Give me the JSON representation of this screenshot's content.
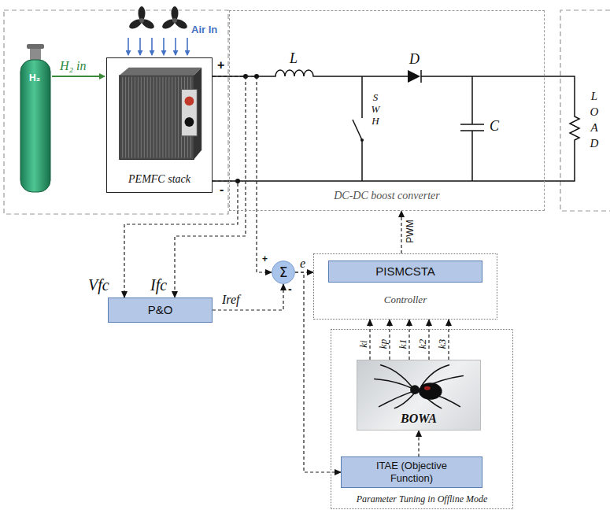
{
  "diagram": {
    "nodes": [
      {
        "text": [
          "PEMFC stack"
        ]
      },
      {
        "text": [
          "DC-DC boost converter"
        ]
      },
      {
        "text": [
          "P&O"
        ]
      },
      {
        "text": [
          "Σ"
        ]
      },
      {
        "text": [
          "Controller"
        ]
      },
      {
        "text": [
          "PISMCSTA"
        ],
        "in": 4
      },
      {
        "text": [
          "Parameter Tuning in Offline Mode"
        ]
      },
      {
        "text": [
          "BOWA"
        ],
        "in": 6
      },
      {
        "text": [
          "ITAE (Objective Function)"
        ],
        "in": 6
      }
    ],
    "edges": [
      {
        "from": 0,
        "to": 2,
        "arrow": "to",
        "label": "Vfc"
      },
      {
        "from": 0,
        "to": 2,
        "arrow": "to",
        "label": "Ifc"
      },
      {
        "from": 2,
        "to": 3,
        "arrow": "to",
        "label": "Iref"
      },
      {
        "from": 0,
        "to": 3,
        "arrow": "to"
      },
      {
        "from": 3,
        "to": 4,
        "arrow": "to",
        "label": "e"
      },
      {
        "from": 4,
        "to": 1,
        "arrow": "to",
        "label": "PWM"
      },
      {
        "from": 7,
        "to": 4,
        "arrow": "to",
        "label": "ki"
      },
      {
        "from": 7,
        "to": 4,
        "arrow": "to",
        "label": "kp"
      },
      {
        "from": 7,
        "to": 4,
        "arrow": "to",
        "label": "k1"
      },
      {
        "from": 7,
        "to": 4,
        "arrow": "to",
        "label": "k2"
      },
      {
        "from": 7,
        "to": 4,
        "arrow": "to",
        "label": "k3"
      },
      {
        "from": 3,
        "to": 8,
        "arrow": "to"
      },
      {
        "from": 8,
        "to": 7,
        "arrow": "to"
      }
    ],
    "labels": [
      "H₂ in",
      "H₂",
      "Air In",
      "+",
      "-",
      "L",
      "S W H",
      "D",
      "C",
      "L O A D",
      "+",
      "-"
    ]
  }
}
